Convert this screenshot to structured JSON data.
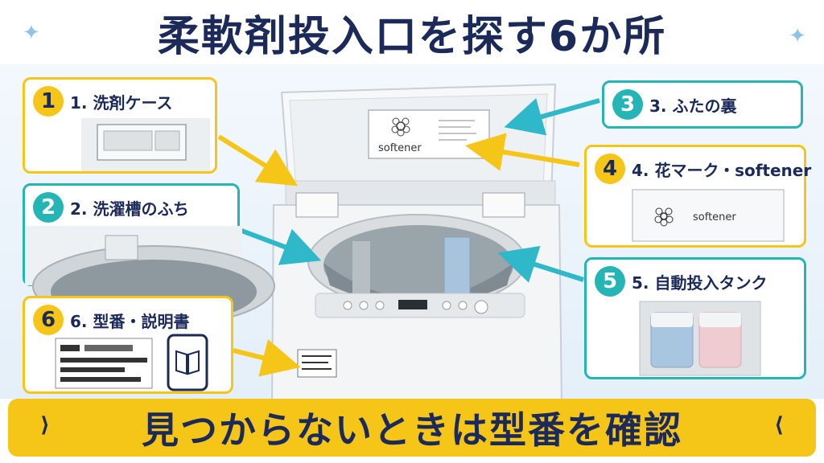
{
  "title": "柔軟剤投入口を探す6か所",
  "cards": [
    {
      "num": "1",
      "label": "1. 洗剤ケース"
    },
    {
      "num": "2",
      "label": "2. 洗濯槽のふち"
    },
    {
      "num": "3",
      "label": "3. ふたの裏"
    },
    {
      "num": "4",
      "label": "4. 花マーク・softener"
    },
    {
      "num": "5",
      "label": "5. 自動投入タンク"
    },
    {
      "num": "6",
      "label": "6. 型番・説明書"
    }
  ],
  "lid_label": "softener",
  "card4_label": "softener",
  "bottom_text": "見つからないときは型番を確認",
  "colors": {
    "navy": "#1c2a5a",
    "yellow": "#f5c518",
    "teal": "#26b5b5",
    "arrow_teal": "#2fb8c9"
  }
}
